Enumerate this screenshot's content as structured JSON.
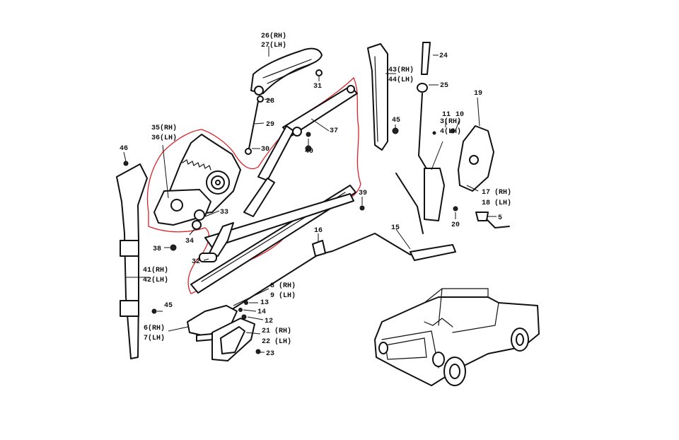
{
  "colors": {
    "outline": "#d8232a",
    "ink": "#111111",
    "background": "#ffffff"
  },
  "labels": {
    "p26": "26(RH)",
    "p27": "27(LH)",
    "p28": "28",
    "p29": "29",
    "p30": "30",
    "p31": "31",
    "p35": "35(RH)",
    "p36": "36(LH)",
    "p46": "46",
    "p37": "37",
    "p40": "40",
    "p43": "43(RH)",
    "p44": "44(LH)",
    "p24": "24",
    "p25": "25",
    "p45a": "45",
    "p3": "3(RH)",
    "p4": "4(LH)",
    "p11": "11",
    "p10": "10",
    "p19": "19",
    "p17": "17 (RH)",
    "p18": "18 (LH)",
    "p5": "5",
    "p20": "20",
    "p39": "39",
    "p33": "33",
    "p34": "34",
    "p38": "38",
    "p32": "32",
    "p16": "16",
    "p15": "15",
    "p41": "41(RH)",
    "p42": "42(LH)",
    "p45b": "45",
    "p8": "8 (RH)",
    "p9": "9 (LH)",
    "p13": "13",
    "p14": "14",
    "p12": "12",
    "p6": "6(RH)",
    "p7": "7(LH)",
    "p21": "21 (RH)",
    "p22": "22 (LH)",
    "p23": "23"
  }
}
